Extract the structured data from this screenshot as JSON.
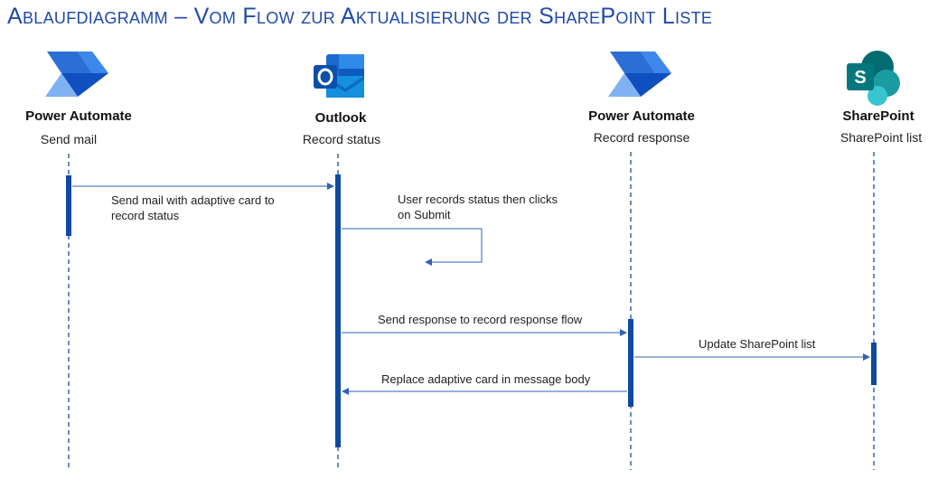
{
  "title": "Ablaufdiagramm – Vom Flow zur Aktualisierung der SharePoint Liste",
  "colors": {
    "title": "#1f4aa8",
    "lifeline": "#1a4fa0",
    "activation": "#0d4aa0",
    "arrow": "#2f63b5"
  },
  "lanes": [
    {
      "name": "Power Automate",
      "subtitle": "Send mail",
      "icon": "power-automate-icon"
    },
    {
      "name": "Outlook",
      "subtitle": "Record status",
      "icon": "outlook-icon"
    },
    {
      "name": "Power Automate",
      "subtitle": "Record response",
      "icon": "power-automate-icon"
    },
    {
      "name": "SharePoint",
      "subtitle": "SharePoint list",
      "icon": "sharepoint-icon"
    }
  ],
  "messages": [
    {
      "from": "Power Automate (Send mail)",
      "to": "Outlook",
      "text_line1": "Send mail with adaptive card to",
      "text_line2": "record status"
    },
    {
      "from": "Outlook",
      "to": "Outlook",
      "text_line1": "User records status then clicks",
      "text_line2": "on Submit"
    },
    {
      "from": "Outlook",
      "to": "Power Automate (Record response)",
      "text_line1": "Send response to record response flow"
    },
    {
      "from": "Power Automate (Record response)",
      "to": "SharePoint",
      "text_line1": "Update SharePoint list"
    },
    {
      "from": "Power Automate (Record response)",
      "to": "Outlook",
      "text_line1": "Replace adaptive card in message body"
    }
  ]
}
